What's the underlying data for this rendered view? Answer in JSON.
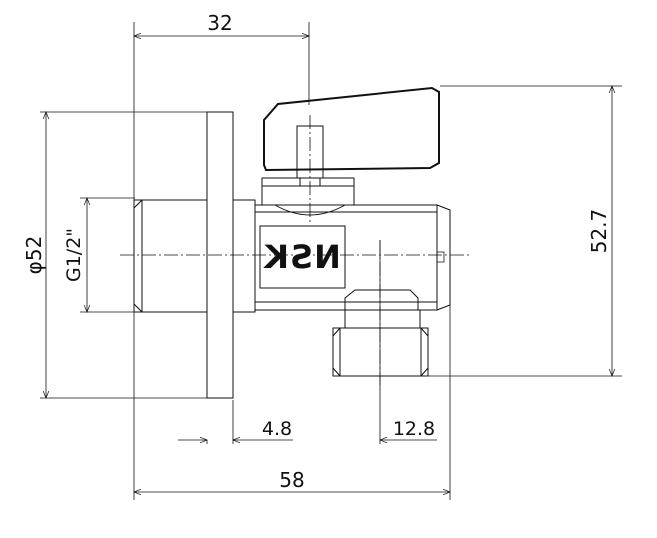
{
  "drawing": {
    "brand_mark": "NSK",
    "dimensions": {
      "top_width": "32",
      "overall_height": "52.7",
      "flange_diameter": "φ52",
      "thread": "G1/2\"",
      "flange_thickness": "4.8",
      "outlet_offset": "12.8",
      "overall_length": "58"
    }
  }
}
